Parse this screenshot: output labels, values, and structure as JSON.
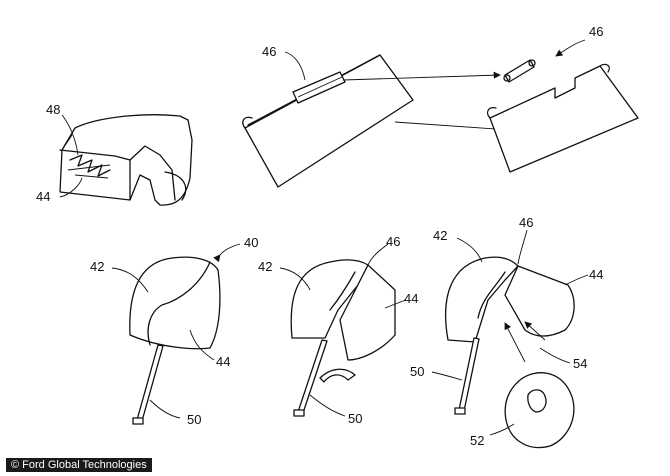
{
  "labels": {
    "n40": "40",
    "n42a": "42",
    "n42b": "42",
    "n42c": "42",
    "n44a": "44",
    "n44b": "44",
    "n44c": "44",
    "n44d": "44",
    "n46a": "46",
    "n46b": "46",
    "n46c": "46",
    "n46d": "46",
    "n48": "48",
    "n50a": "50",
    "n50b": "50",
    "n50c": "50",
    "n52": "52",
    "n54": "54"
  },
  "credit": "© Ford Global Technologies"
}
